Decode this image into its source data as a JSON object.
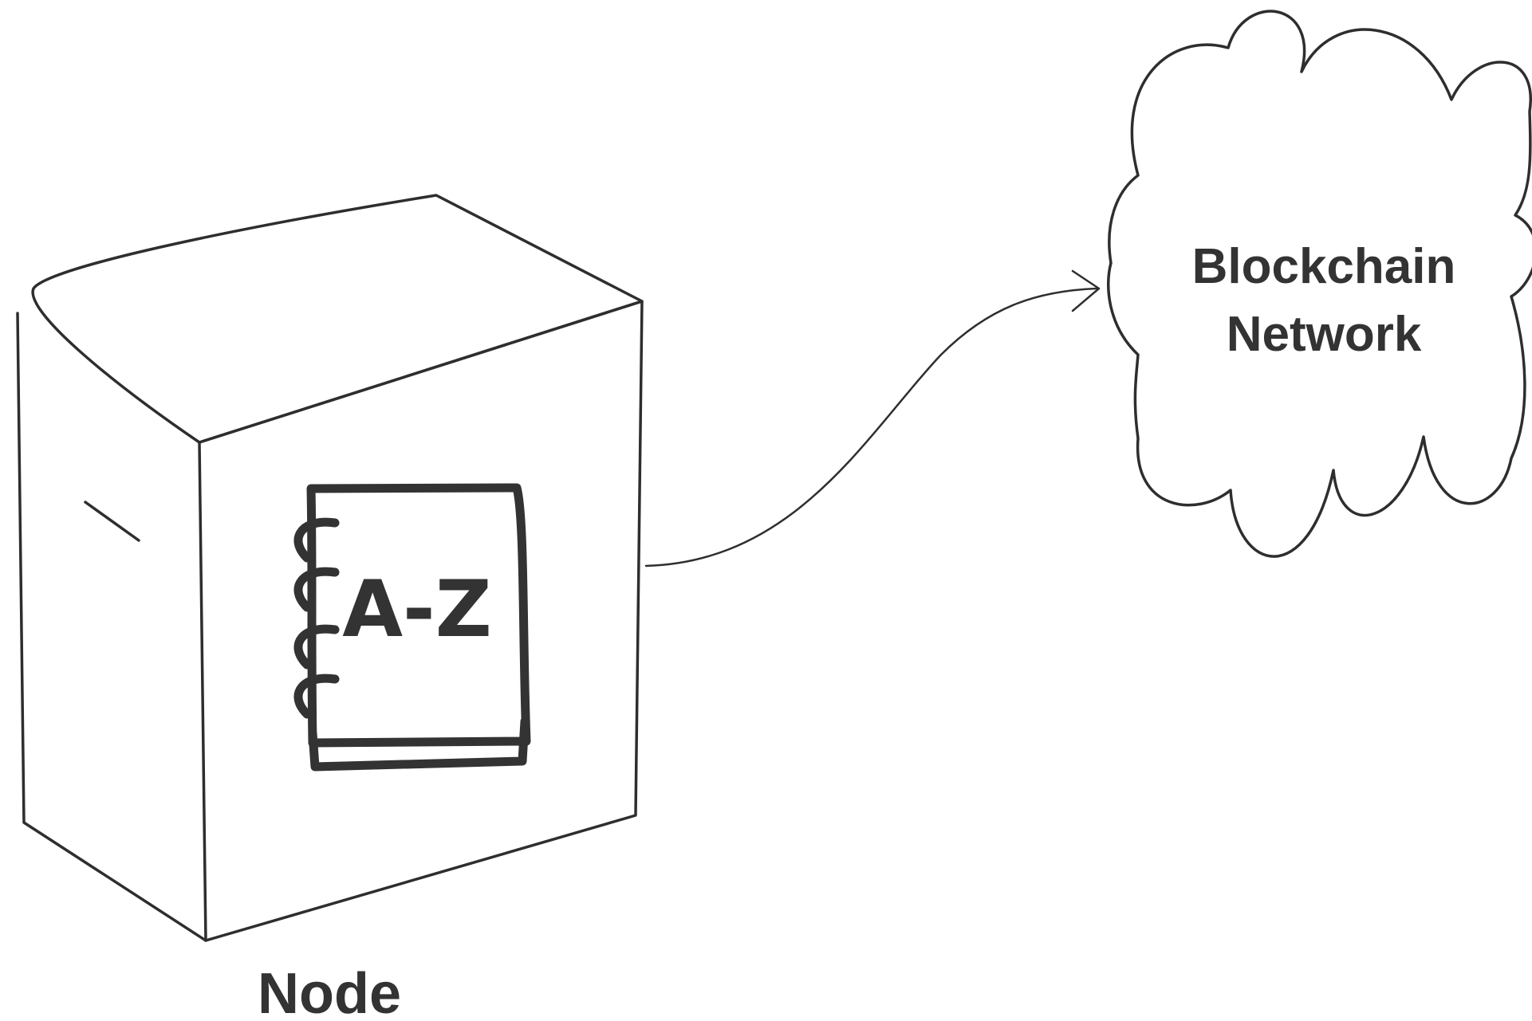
{
  "nodes": {
    "server": {
      "label": "Node",
      "icon": "address-book-icon",
      "icon_text": "A-Z"
    },
    "cloud": {
      "label_line1": "Blockchain",
      "label_line2": "Network"
    }
  },
  "edges": [
    {
      "from": "server",
      "to": "cloud",
      "style": "curved-arrow"
    }
  ],
  "colors": {
    "stroke": "#2e2e2e",
    "text": "#333333",
    "background": "#ffffff"
  }
}
